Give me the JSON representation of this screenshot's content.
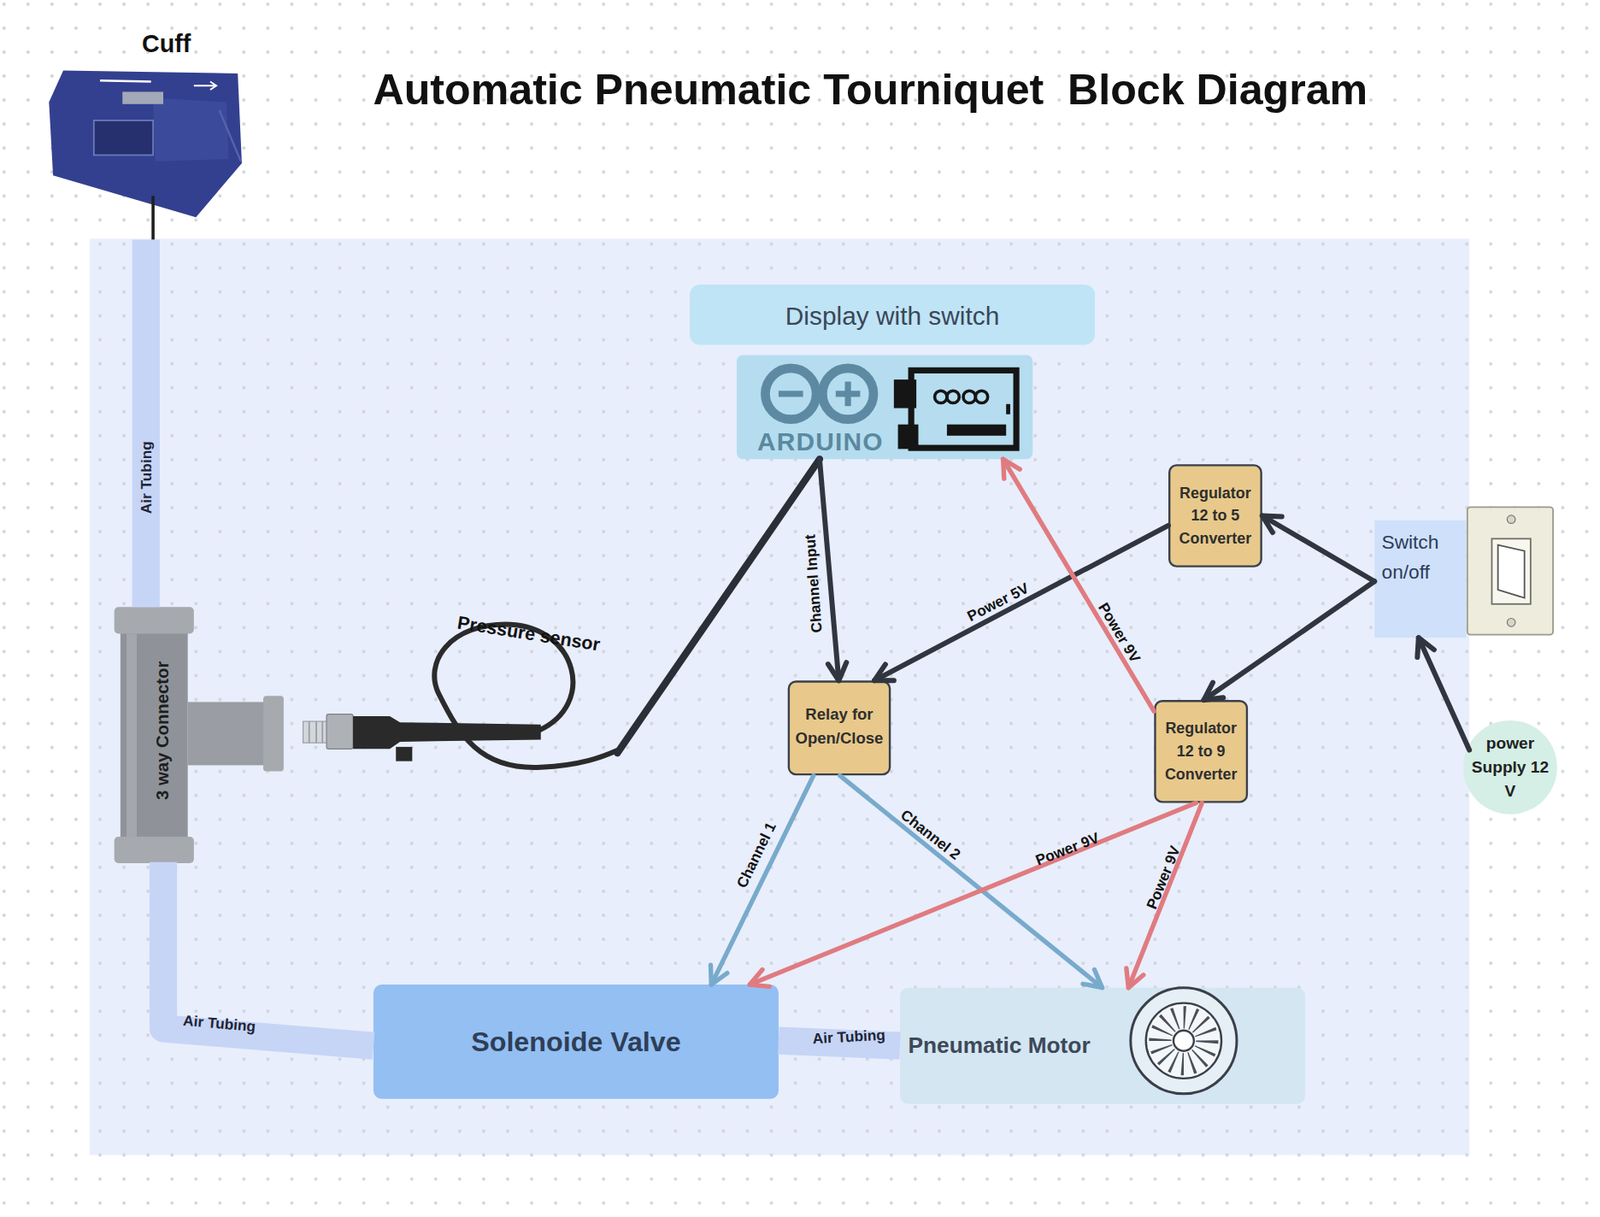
{
  "diagram": {
    "title": "Automatic Pneumatic Tourniquet  Block Diagram",
    "nodes": [
      {
        "text": [
          "Cuff"
        ]
      },
      {
        "text": [
          "Display with switch"
        ]
      },
      {
        "text": [
          "ARDUINO"
        ]
      },
      {
        "text": [
          "Regulator 12 to 5 Converter"
        ]
      },
      {
        "text": [
          "Switch on/off"
        ]
      },
      {
        "text": [
          "Pressure sensor"
        ]
      },
      {
        "text": [
          "Relay for Open/Close"
        ]
      },
      {
        "text": [
          "3 way Connector"
        ]
      },
      {
        "text": [
          "Regulator 12 to 9 Converter"
        ]
      },
      {
        "text": [
          "power Supply 12 V"
        ]
      },
      {
        "text": [
          "Solenoide Valve"
        ]
      },
      {
        "text": [
          "Pneumatic Motor"
        ]
      }
    ],
    "edges": [
      {
        "from": 0,
        "to": 7,
        "label": "Air Tubing",
        "arrow": "none"
      },
      {
        "from": 5,
        "to": 2,
        "arrow": "none"
      },
      {
        "from": 2,
        "to": 6,
        "label": "Channel Input",
        "arrow": "to"
      },
      {
        "from": 3,
        "to": 6,
        "label": "Power 5V",
        "arrow": "to"
      },
      {
        "from": 8,
        "to": 2,
        "label": "Power 9V",
        "arrow": "to"
      },
      {
        "from": 4,
        "to": 3,
        "arrow": "to"
      },
      {
        "from": 4,
        "to": 8,
        "arrow": "to"
      },
      {
        "from": 9,
        "to": 4,
        "arrow": "to"
      },
      {
        "from": 6,
        "to": 10,
        "label": "Channel 1",
        "arrow": "to"
      },
      {
        "from": 6,
        "to": 11,
        "label": "Channel 2",
        "arrow": "to"
      },
      {
        "from": 8,
        "to": 10,
        "label": "Power 9V",
        "arrow": "to"
      },
      {
        "from": 8,
        "to": 11,
        "label": "Power 9V",
        "arrow": "to"
      },
      {
        "from": 7,
        "to": 10,
        "label": "Air Tubing",
        "arrow": "none"
      },
      {
        "from": 10,
        "to": 11,
        "label": "Air Tubing",
        "arrow": "none"
      }
    ]
  }
}
